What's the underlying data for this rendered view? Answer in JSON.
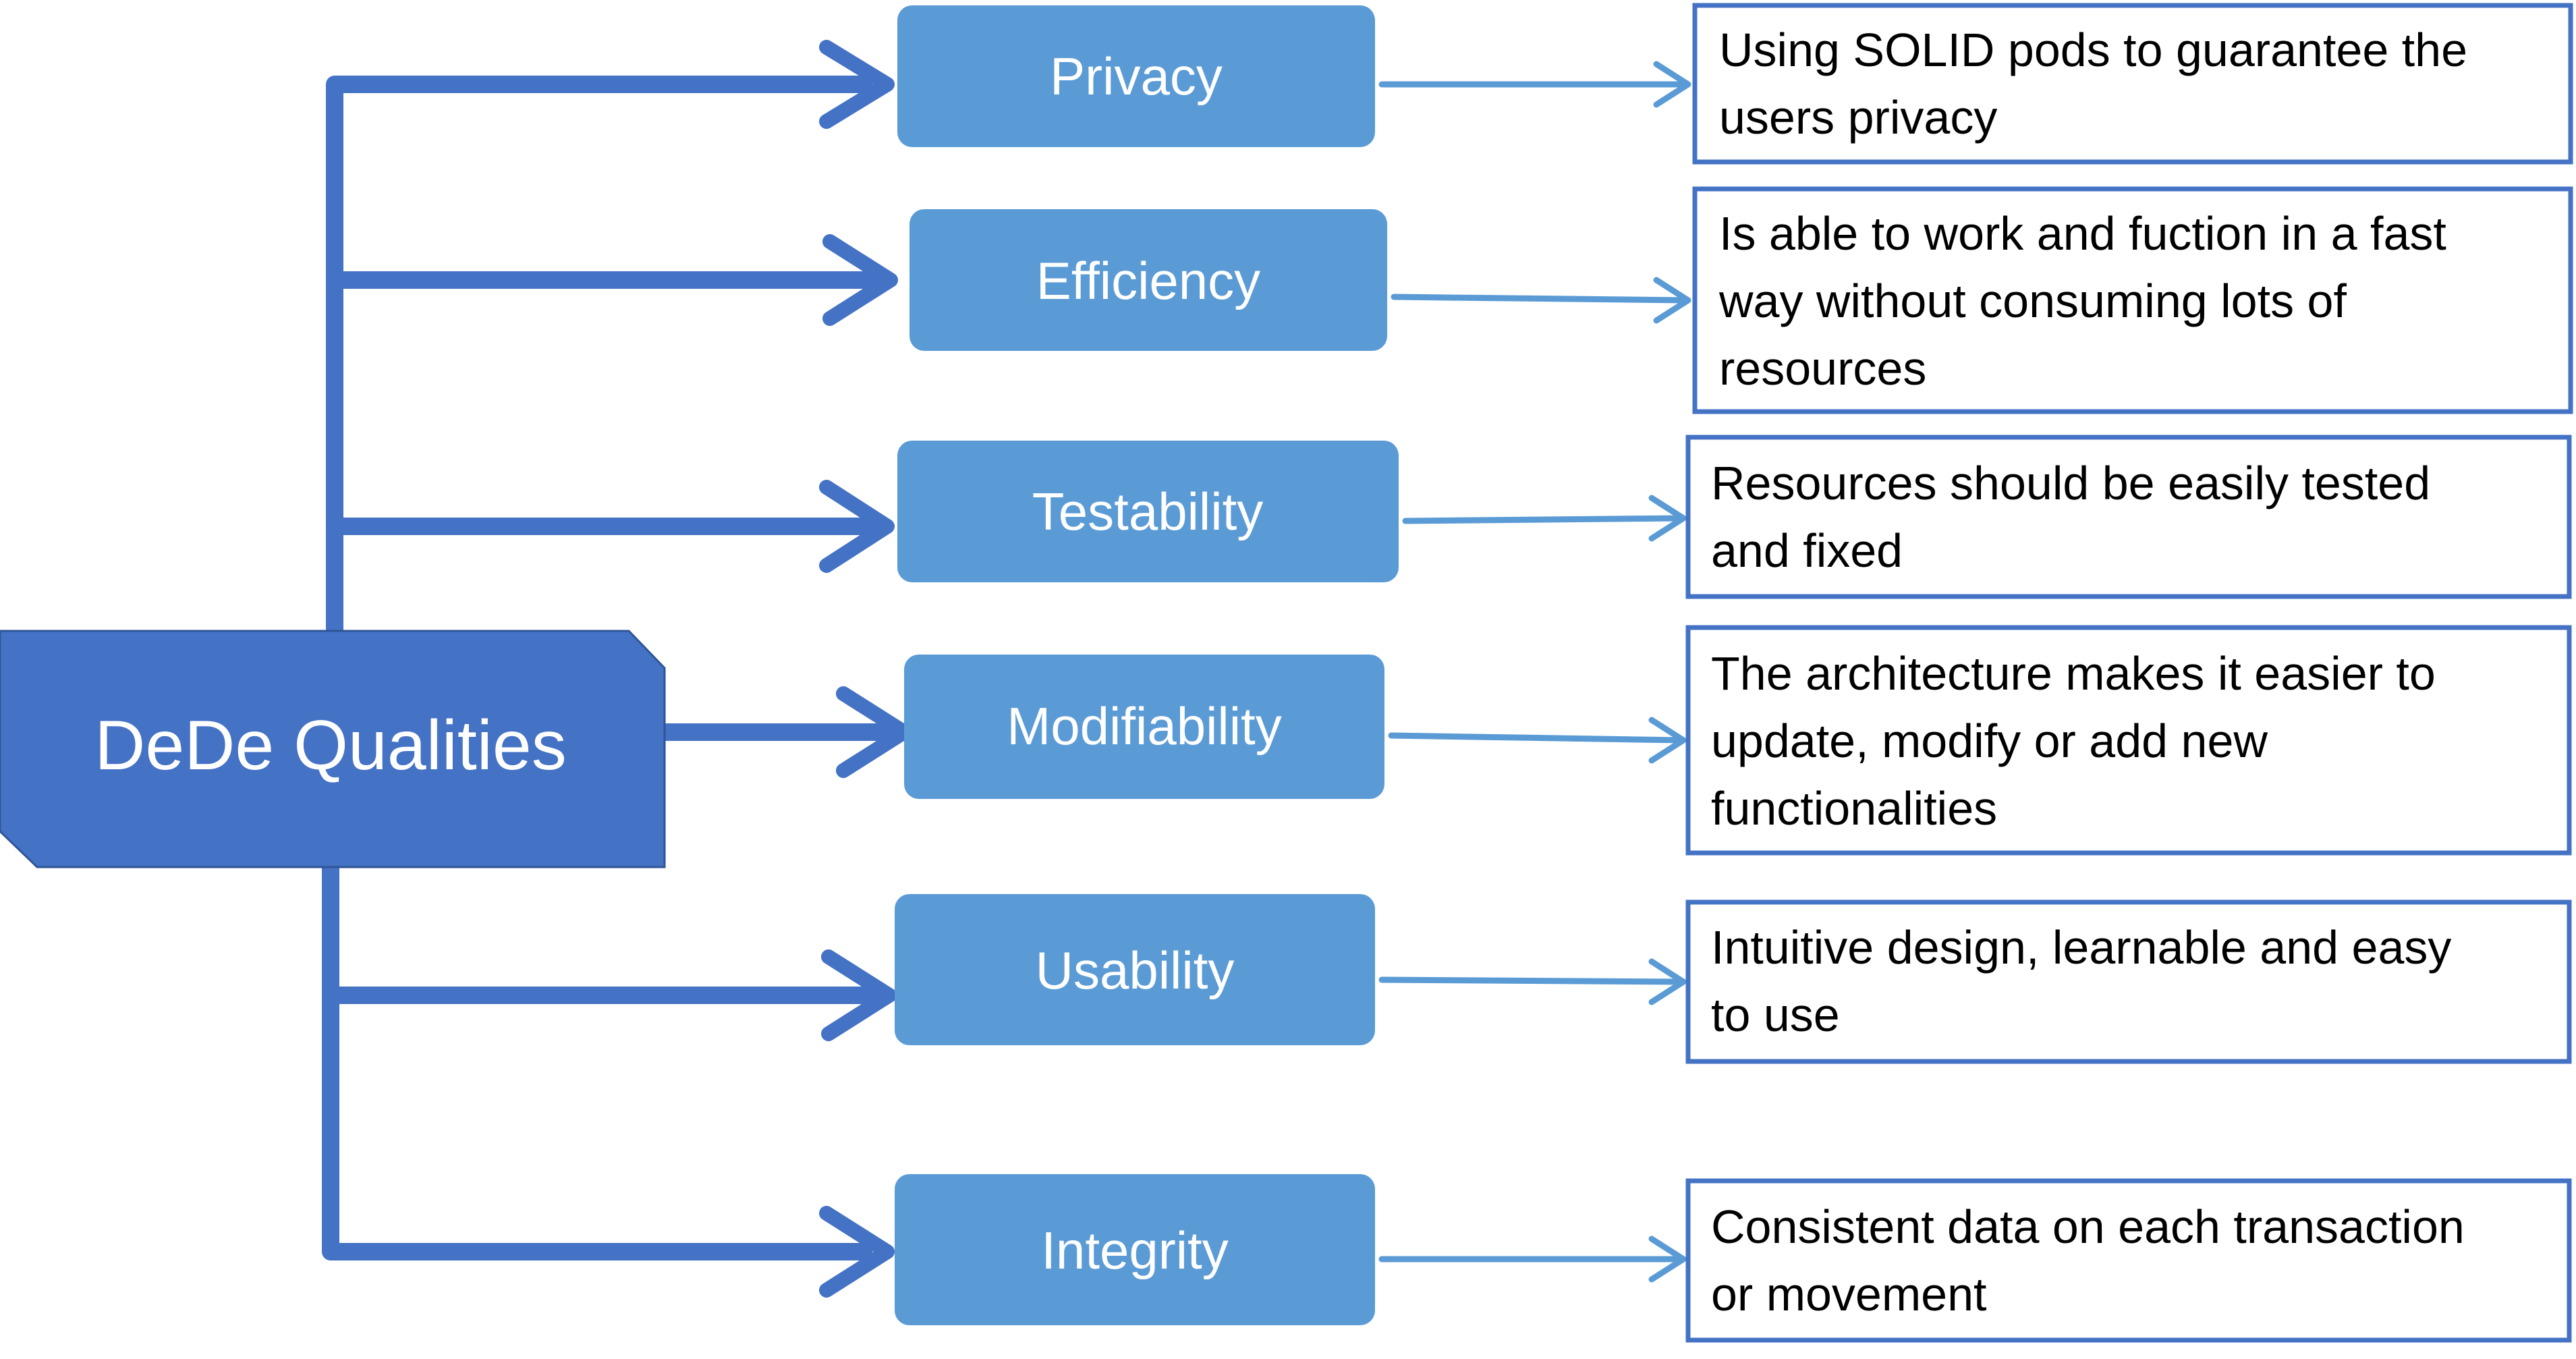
{
  "root": {
    "label": "DeDe Qualities"
  },
  "qualities": [
    {
      "label": "Privacy",
      "description_lines": [
        "Using SOLID pods to guarantee the",
        "users privacy"
      ]
    },
    {
      "label": "Efficiency",
      "description_lines": [
        "Is able to work and fuction in a fast",
        "way without consuming lots of",
        "resources"
      ]
    },
    {
      "label": "Testability",
      "description_lines": [
        "Resources should be easily tested",
        "and fixed"
      ]
    },
    {
      "label": "Modifiability",
      "description_lines": [
        "The architecture makes it easier to",
        "update, modify or add new",
        "functionalities"
      ]
    },
    {
      "label": "Usability",
      "description_lines": [
        "Intuitive design, learnable and easy",
        "to use"
      ]
    },
    {
      "label": "Integrity",
      "description_lines": [
        "Consistent data on each transaction",
        "or movement"
      ]
    }
  ],
  "colors": {
    "root_fill": "#4472c4",
    "connector": "#4472c4",
    "quality_fill": "#5b9bd5",
    "desc_arrow": "#5b9bd5",
    "desc_border": "#4472c4"
  }
}
